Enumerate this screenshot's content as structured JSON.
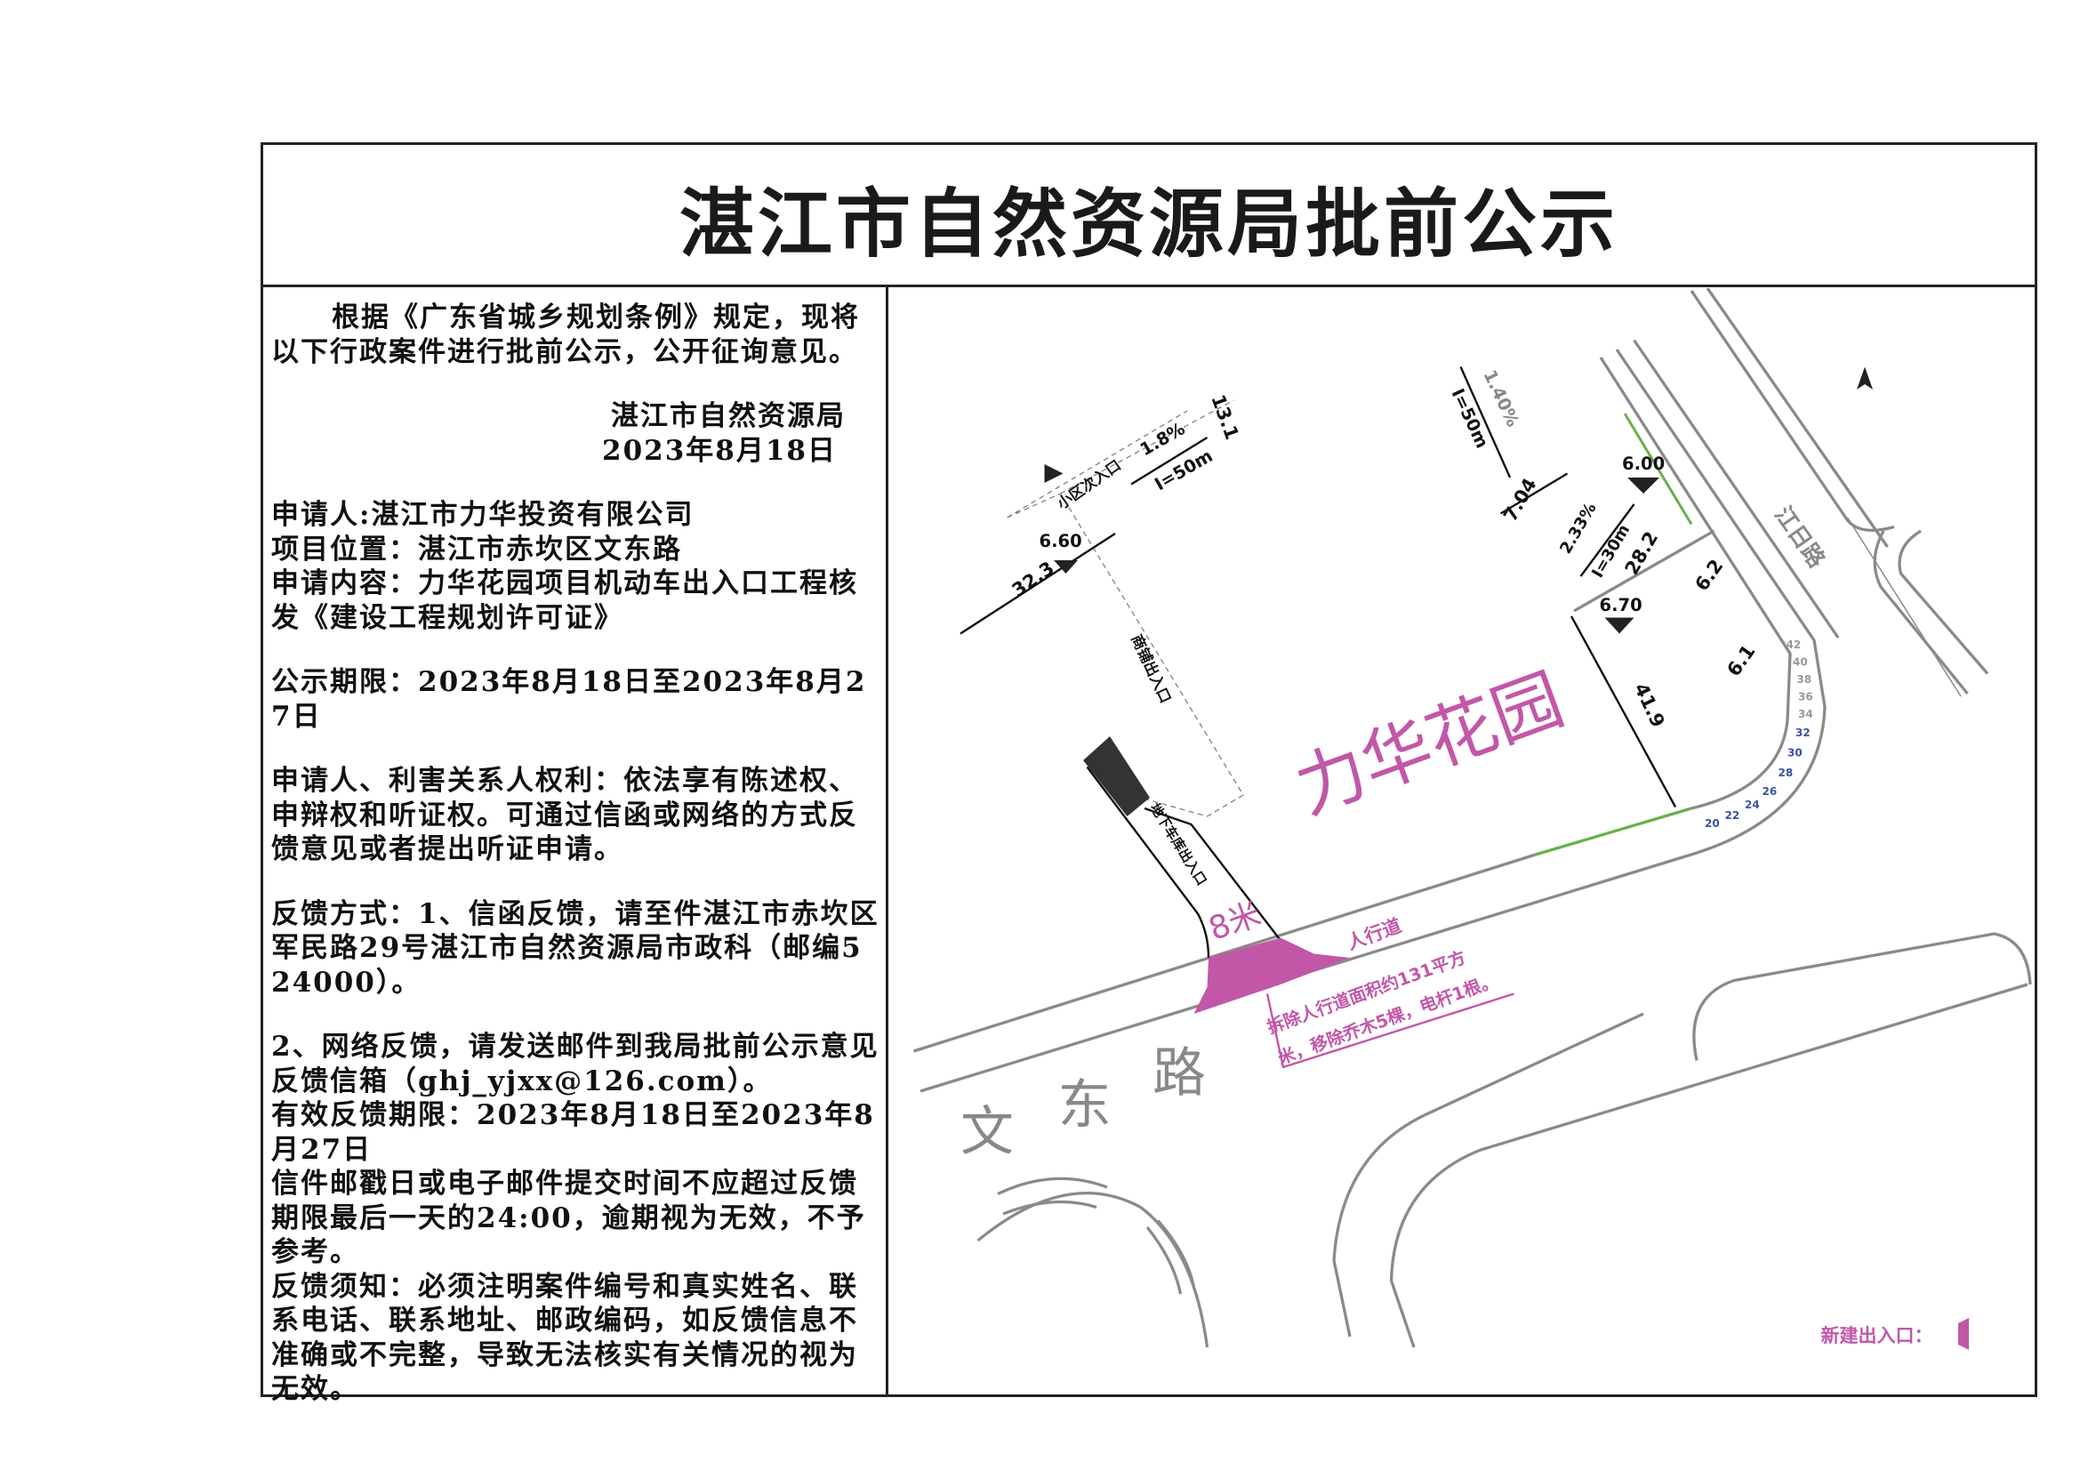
{
  "title": "湛江市自然资源局批前公示",
  "notice": {
    "intro": "根据《广东省城乡规划条例》规定，现将以下行政案件进行批前公示，公开征询意见。",
    "issuer": "湛江市自然资源局",
    "issue_date": "2023年8月18日",
    "applicant": "申请人:湛江市力华投资有限公司",
    "location": "项目位置：湛江市赤坎区文东路",
    "content": "申请内容：力华花园项目机动车出入口工程核发《建设工程规划许可证》",
    "period": "公示期限：2023年8月18日至2023年8月27日",
    "rights": "申请人、利害关系人权利：依法享有陈述权、申辩权和听证权。可通过信函或网络的方式反馈意见或者提出听证申请。",
    "feedback_mail": "反馈方式：1、信函反馈，请至件湛江市赤坎区军民路29号湛江市自然资源局市政科（邮编524000）。",
    "feedback_email": "2、网络反馈，请发送邮件到我局批前公示意见反馈信箱（ghj_yjxx@126.com）。",
    "valid_period": "有效反馈期限：2023年8月18日至2023年8月27日",
    "deadline_note": "信件邮戳日或电子邮件提交时间不应超过反馈期限最后一天的24:00，逾期视为无效，不予参考。",
    "requirements": "反馈须知：必须注明案件编号和真实姓名、联系电话、联系地址、邮政编码，如反馈信息不准确或不完整，导致无法核实有关情况的视为无效。"
  },
  "map": {
    "project_name": "力华花园",
    "road_wendong": [
      "文",
      "东",
      "路"
    ],
    "road_jiangri": "江日路",
    "secondary_entrance": "小区次入口",
    "shop_entrance": "商铺出入口",
    "garage_entrance": "地下车库出入口",
    "width_label": "8米",
    "sidewalk": "人行道",
    "note_line1": "拆除人行道面积约131平方",
    "note_line2": "米，移除乔木5棵，电杆1根。",
    "legend_new_entrance": "新建出入口：",
    "slope1": "1.8%",
    "slope1_len": "I=50m",
    "slope2": "1.40%",
    "slope2_len": "I=50m",
    "slope3": "2.33%",
    "slope3_len": "I=30m",
    "elev_660": "6.60",
    "elev_670": "6.70",
    "elev_600": "6.00",
    "dim_323": "32.3",
    "dim_131": "13.1",
    "dim_419": "41.9",
    "dim_282": "28.2",
    "dim_62": "6.2",
    "dim_61": "6.1",
    "dim_704": "7.04",
    "curve_numbers_blue": [
      "20",
      "22",
      "24",
      "26",
      "28",
      "30",
      "32"
    ],
    "curve_numbers_gray": [
      "34",
      "36",
      "38",
      "40",
      "42"
    ],
    "colors": {
      "pink": "#c257a8",
      "green": "#6ab04c",
      "road": "#8a8a8a",
      "blue": "#3a52a8"
    }
  }
}
